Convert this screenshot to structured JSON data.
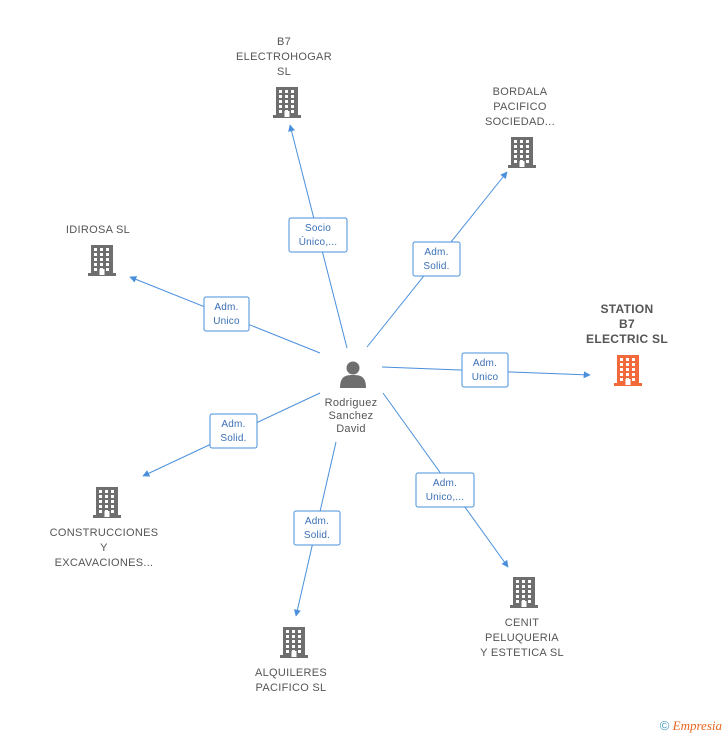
{
  "center": {
    "name_lines": [
      "Rodriguez",
      "Sanchez",
      "David"
    ],
    "icon": "person-icon"
  },
  "companies": [
    {
      "id": "b7-electrohogar",
      "lines": [
        "B7",
        "ELECTROHOGAR",
        "SL"
      ],
      "role_lines": [
        "Socio",
        "Único,..."
      ],
      "highlight": false,
      "icon": "building-icon"
    },
    {
      "id": "bordala",
      "lines": [
        "BORDALA",
        "PACIFICO",
        "SOCIEDAD..."
      ],
      "role_lines": [
        "Adm.",
        "Solid."
      ],
      "highlight": false,
      "icon": "building-icon"
    },
    {
      "id": "idirosa",
      "lines": [
        "IDIROSA SL"
      ],
      "role_lines": [
        "Adm.",
        "Unico"
      ],
      "highlight": false,
      "icon": "building-icon"
    },
    {
      "id": "station-b7",
      "lines": [
        "STATION",
        "B7",
        "ELECTRIC SL"
      ],
      "role_lines": [
        "Adm.",
        "Unico"
      ],
      "highlight": true,
      "icon": "building-icon"
    },
    {
      "id": "construcciones",
      "lines": [
        "CONSTRUCCIONES",
        "Y",
        "EXCAVACIONES..."
      ],
      "role_lines": [
        "Adm.",
        "Solid."
      ],
      "highlight": false,
      "icon": "building-icon"
    },
    {
      "id": "cenit",
      "lines": [
        "CENIT",
        "PELUQUERIA",
        "Y ESTETICA  SL"
      ],
      "role_lines": [
        "Adm.",
        "Unico,..."
      ],
      "highlight": false,
      "icon": "building-icon"
    },
    {
      "id": "alquileres",
      "lines": [
        "ALQUILERES",
        "PACIFICO SL"
      ],
      "role_lines": [
        "Adm.",
        "Solid."
      ],
      "highlight": false,
      "icon": "building-icon"
    }
  ],
  "colors": {
    "edge": "#4a8fdc",
    "node": "#6e6e6e",
    "highlight": "#f26a3c"
  },
  "footer": {
    "copyright": "©",
    "brand": "Empresia"
  }
}
